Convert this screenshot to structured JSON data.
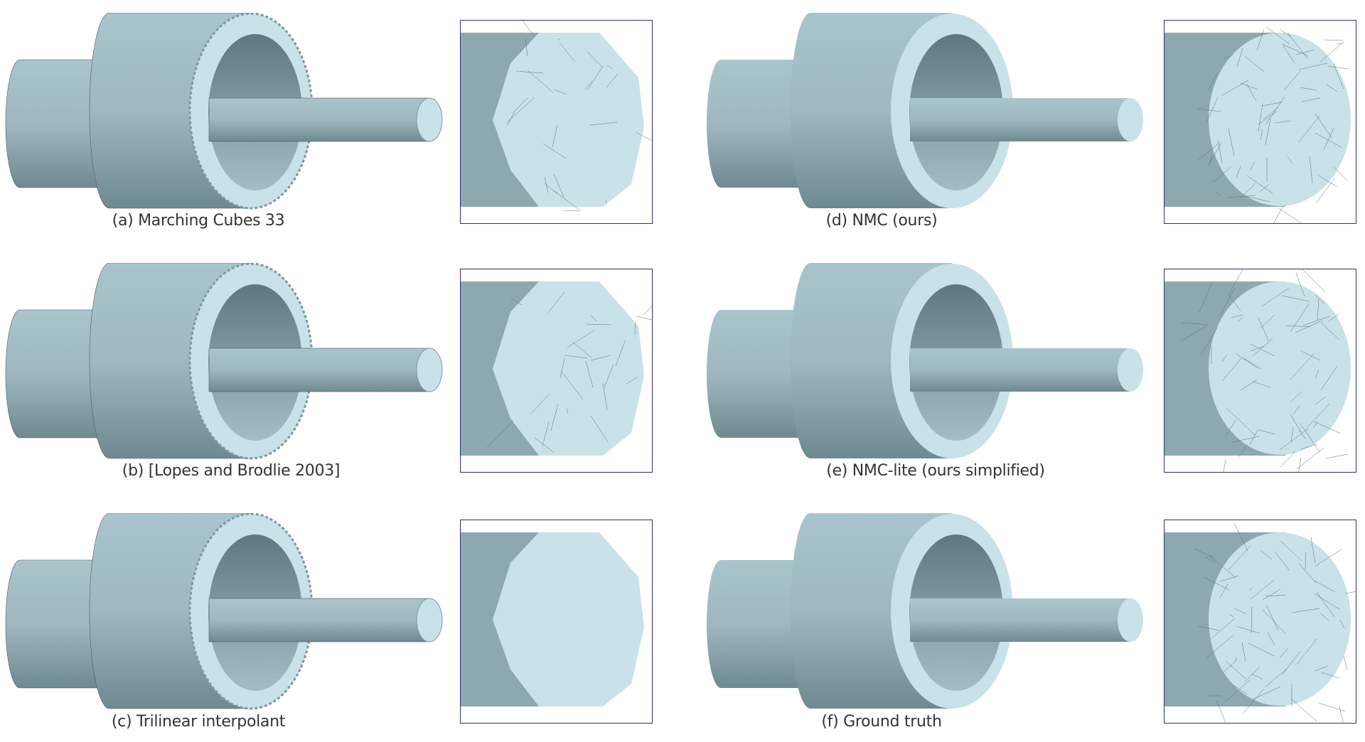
{
  "figure": {
    "panels": [
      {
        "id": "a",
        "caption": "(a) Marching Cubes 33",
        "style": "rough"
      },
      {
        "id": "b",
        "caption": "(b) [Lopes and Brodlie 2003]",
        "style": "rough"
      },
      {
        "id": "c",
        "caption": "(c) Trilinear interpolant",
        "style": "rough"
      },
      {
        "id": "d",
        "caption": "(d) NMC (ours)",
        "style": "smooth"
      },
      {
        "id": "e",
        "caption": "(e) NMC-lite (ours simplified)",
        "style": "smooth"
      },
      {
        "id": "f",
        "caption": "(f) Ground truth",
        "style": "smooth"
      }
    ],
    "colors": {
      "mesh_light": "#c9e1e8",
      "mesh_mid": "#a9c4cc",
      "mesh_dark": "#6f8991",
      "inset_border": "#2b2f85"
    }
  }
}
